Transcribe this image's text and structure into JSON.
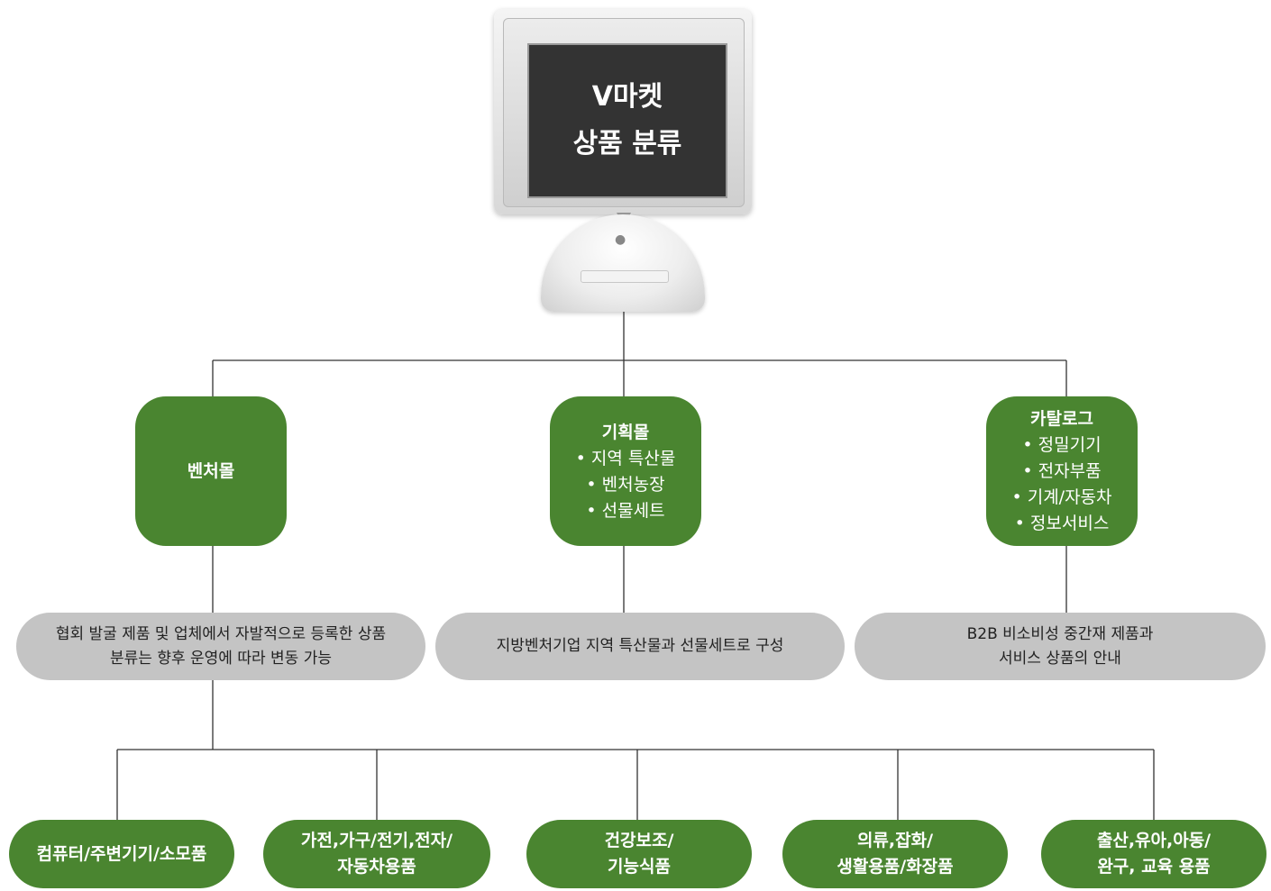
{
  "header": {
    "title_line1": "V마켓",
    "title_line2": "상품 분류"
  },
  "malls": [
    {
      "title": "벤처몰",
      "items": []
    },
    {
      "title": "기획몰",
      "items": [
        "• 지역 특산물",
        "• 벤처농장",
        "• 선물세트"
      ]
    },
    {
      "title": "카탈로그",
      "items": [
        "• 정밀기기",
        "• 전자부품",
        "• 기계/자동차",
        "• 정보서비스"
      ]
    }
  ],
  "descriptions": [
    "협회 발굴 제품 및 업체에서 자발적으로 등록한 상품\n분류는 향후 운영에 따라 변동 가능",
    "지방벤처기업 지역 특산물과 선물세트로 구성",
    "B2B 비소비성 중간재 제품과\n서비스 상품의 안내"
  ],
  "categories": [
    "컴퓨터/주변기기/소모품",
    "가전,가구/전기,전자/\n자동차용품",
    "건강보조/\n기능식품",
    "의류,잡화/\n생활용품/화장품",
    "출산,유아,아동/\n완구, 교육 용품"
  ],
  "colors": {
    "green": "#4a8530",
    "grey": "#c4c4c4",
    "screen": "#333333",
    "line": "#333333"
  }
}
